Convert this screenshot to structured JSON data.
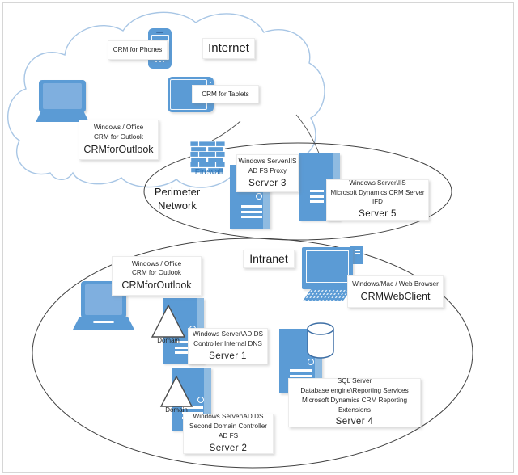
{
  "diagram": {
    "internet": {
      "title": "Internet",
      "phones_label": "CRM for Phones",
      "tablets_label": "CRM for Tablets",
      "outlook": {
        "l1": "Windows / Office",
        "l2": "CRM for Outlook",
        "l3": "CRMforOutlook"
      }
    },
    "perimeter": {
      "title_line1": "Perimeter",
      "title_line2": "Network",
      "firewall_label": "Firewall",
      "server3": {
        "l1": "Windows Server\\IIS",
        "l2": "AD FS Proxy",
        "name": "Server 3"
      },
      "server5": {
        "l1": "Windows Server\\IIS",
        "l2": "Microsoft Dynamics CRM Server",
        "l3": "IFD",
        "name": "Server 5"
      }
    },
    "intranet": {
      "title": "Intranet",
      "outlook": {
        "l1": "Windows / Office",
        "l2": "CRM for Outlook",
        "l3": "CRMforOutlook"
      },
      "webclient": {
        "l1": "Windows/Mac / Web Browser",
        "l2": "CRMWebClient"
      },
      "server1": {
        "l1": "Windows Server\\AD DS",
        "l2": "Controller Internal DNS",
        "name": "Server 1",
        "domain": "Domain"
      },
      "server2": {
        "l1": "Windows Server\\AD DS",
        "l2": "Second Domain Controller",
        "l3": "AD FS",
        "name": "Server 2",
        "domain": "Domain"
      },
      "server4": {
        "l1": "SQL Server",
        "l2": "Database engine\\Reporting Services",
        "l3": "Microsoft Dynamics CRM Reporting",
        "l4": "Extensions",
        "name": "Server 4"
      }
    }
  },
  "colors": {
    "device_blue": "#5B9BD5",
    "device_blue_side": "#8FBBE1",
    "laptop_panel": "#7FAFDF",
    "cloud_stroke": "#A8C6E5",
    "ellipse_stroke": "#404040",
    "firewall_label_blue": "#2E75B6",
    "text": "#262626"
  }
}
